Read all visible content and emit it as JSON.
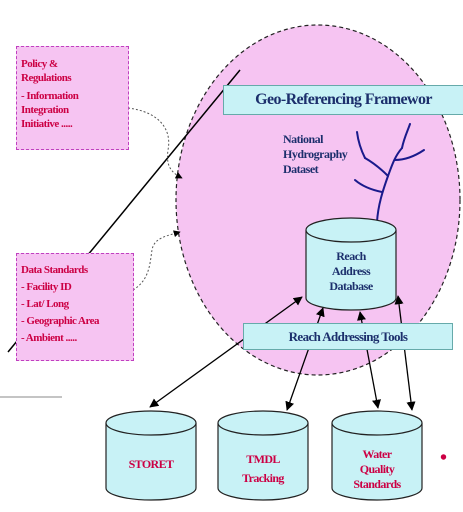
{
  "policy_box": {
    "lines": [
      "Policy &",
      "Regulations",
      "- Information",
      "Integration",
      "Initiative ....."
    ]
  },
  "standards_box": {
    "lines": [
      "Data Standards",
      "- Facility ID",
      "- Lat/ Long",
      "- Geographic Area",
      "- Ambient ....."
    ]
  },
  "framework_title": "Geo-Referencing Framewor",
  "nhd_lines": [
    "National",
    "Hydrography",
    "Dataset"
  ],
  "reach_db_lines": [
    "Reach",
    "Address",
    "Database"
  ],
  "tools_label": "Reach Addressing Tools",
  "cylinders": [
    {
      "lines": [
        "STORET"
      ]
    },
    {
      "lines": [
        "TMDL",
        "Tracking"
      ]
    },
    {
      "lines": [
        "Water",
        "Quality",
        "Standards"
      ]
    }
  ],
  "bullet": "•",
  "colors": {
    "ellipse_fill": "#f6c4f2",
    "cylinder_fill": "#c8f2f6",
    "label_red": "#cc0044",
    "label_navy": "#1c2f6c"
  }
}
